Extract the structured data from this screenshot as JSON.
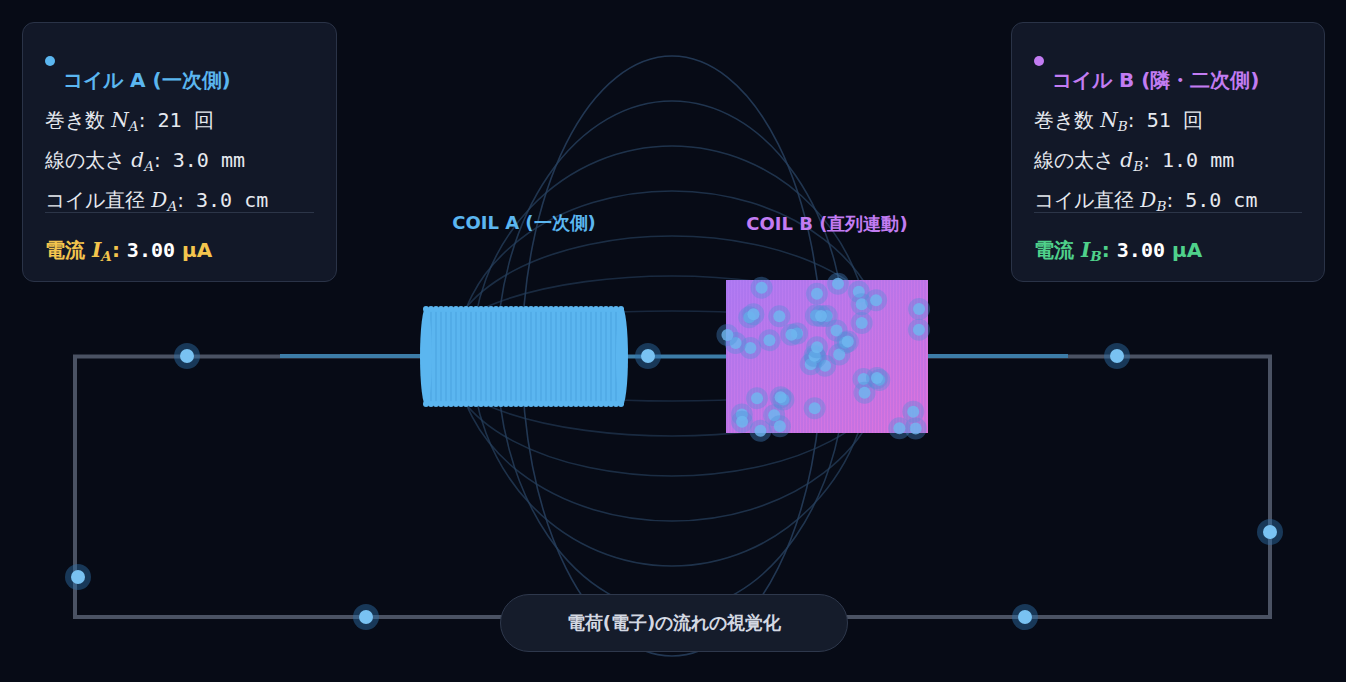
{
  "diagram": {
    "nodes": [
      {
        "text": [
          "コイル A (一次側)",
          "巻き数 NA: 21 回",
          "線の太さ dA: 3.0 mm",
          "コイル直径 DA: 3.0 cm",
          "電流 IA: 3.00 μA"
        ]
      },
      {
        "text": [
          "コイル B (隣・二次側)",
          "巻き数 NB: 51 回",
          "線の太さ dB: 1.0 mm",
          "コイル直径 DB: 5.0 cm",
          "電流 IB: 3.00 μA"
        ]
      },
      {
        "text": [
          "COIL A (一次側)"
        ]
      },
      {
        "text": [
          "COIL B (直列連動)"
        ]
      },
      {
        "text": [
          "電荷(電子)の流れの視覚化"
        ]
      }
    ],
    "edges": [
      {
        "from": 2,
        "to": 3,
        "arrow": "none"
      },
      {
        "from": 3,
        "to": 2,
        "arrow": "none"
      }
    ]
  }
}
